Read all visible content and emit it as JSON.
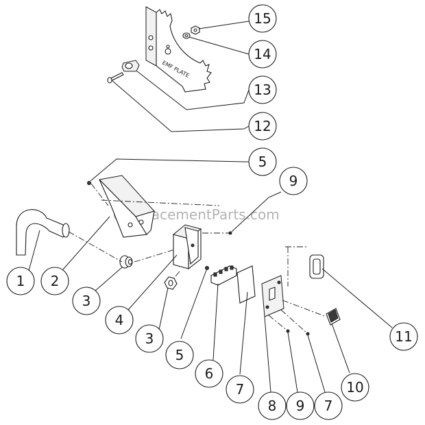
{
  "watermark": "eReplacementParts.com",
  "plate_label": "EMF PLATE",
  "callouts": [
    "1",
    "2",
    "3",
    "4",
    "3",
    "5",
    "6",
    "7",
    "8",
    "9",
    "7",
    "10",
    "11",
    "15",
    "14",
    "13",
    "12",
    "5",
    "9"
  ],
  "colors": {
    "line": "#1a1a1a",
    "watermark": "#9a9a9a",
    "background": "#ffffff"
  }
}
